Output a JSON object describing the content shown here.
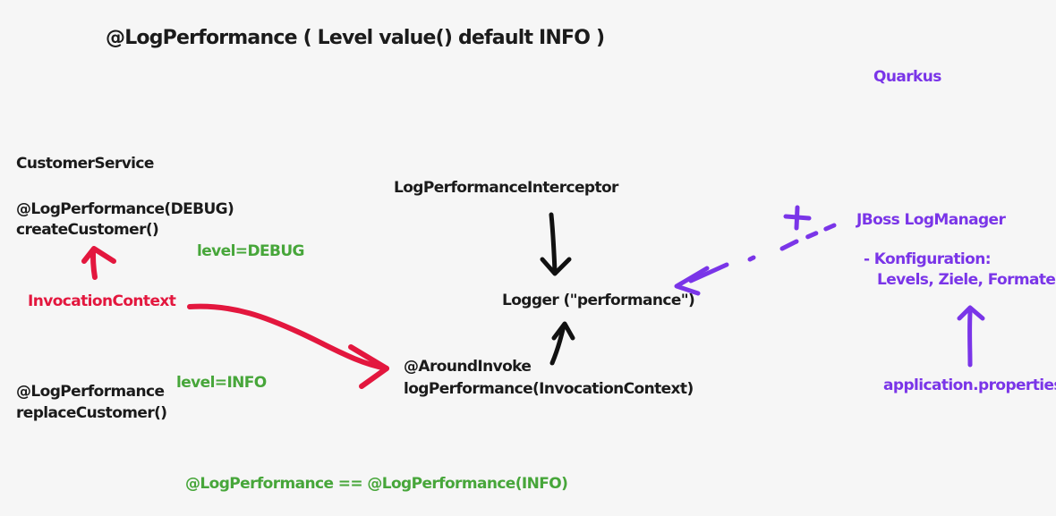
{
  "title": "@LogPerformance ( Level value() default INFO )",
  "quarkus_label": "Quarkus",
  "customer_service": {
    "class_name": "CustomerService",
    "create_annotation": "@LogPerformance(DEBUG)",
    "create_method": "createCustomer()",
    "replace_annotation": "@LogPerformance",
    "replace_method": "replaceCustomer()"
  },
  "level_debug": "level=DEBUG",
  "level_info": "level=INFO",
  "invocation_context": "InvocationContext",
  "interceptor": {
    "class_name": "LogPerformanceInterceptor",
    "logger": "Logger (\"performance\")",
    "around_invoke": "@AroundInvoke",
    "method": "logPerformance(InvocationContext)"
  },
  "jboss": {
    "name": "JBoss LogManager",
    "config_line1": "- Konfiguration:",
    "config_line2": "Levels, Ziele, Formate",
    "properties": "application.properties"
  },
  "equivalence": "@LogPerformance == @LogPerformance(INFO)",
  "colors": {
    "text": "#1b1b1b",
    "red": "#e3173e",
    "green": "#47a63a",
    "purple": "#7a35e8",
    "background": "#f6f6f6"
  }
}
